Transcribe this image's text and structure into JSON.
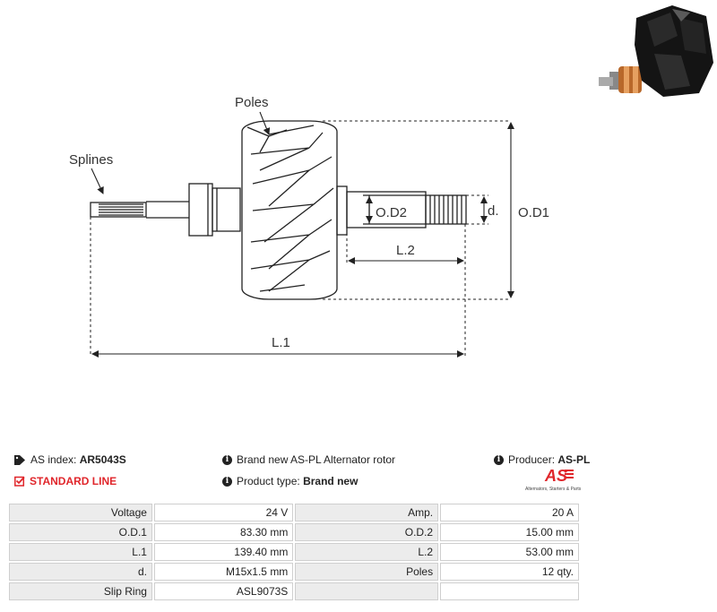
{
  "diagram": {
    "labels": {
      "poles": "Poles",
      "splines": "Splines",
      "od2": "O.D2",
      "d": "d.",
      "od1": "O.D1",
      "l2": "L.2",
      "l1": "L.1"
    }
  },
  "info": {
    "as_index_label": "AS index:",
    "as_index_value": "AR5043S",
    "standard_line": "STANDARD LINE",
    "description": "Brand new AS-PL Alternator rotor",
    "product_type_label": "Product type:",
    "product_type_value": "Brand new",
    "producer_label": "Producer:",
    "producer_value": "AS-PL"
  },
  "logo": {
    "mark": "AS",
    "tagline": "Alternators, Starters & Parts"
  },
  "specs": [
    {
      "l1": "Voltage",
      "v1": "24 V",
      "l2": "Amp.",
      "v2": "20 A"
    },
    {
      "l1": "O.D.1",
      "v1": "83.30 mm",
      "l2": "O.D.2",
      "v2": "15.00 mm"
    },
    {
      "l1": "L.1",
      "v1": "139.40 mm",
      "l2": "L.2",
      "v2": "53.00 mm"
    },
    {
      "l1": "d.",
      "v1": "M15x1.5 mm",
      "l2": "Poles",
      "v2": "12 qty."
    },
    {
      "l1": "Slip Ring",
      "v1": "ASL9073S",
      "l2": "",
      "v2": ""
    }
  ],
  "colors": {
    "accent_red": "#e0262b",
    "label_cell_bg": "#ececec",
    "cell_border": "#cfcfcf"
  },
  "icons": [
    "tag-icon",
    "check-square-icon",
    "info-circle-icon"
  ]
}
